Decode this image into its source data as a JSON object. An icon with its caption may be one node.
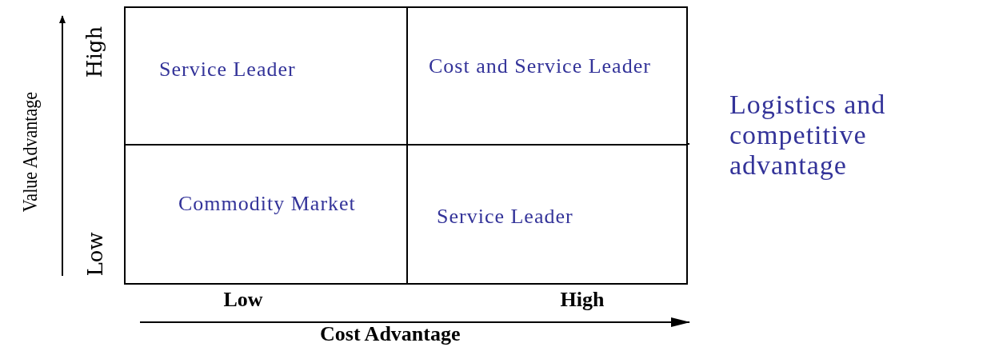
{
  "diagram": {
    "title": "Logistics and competitive advantage",
    "nodes": [
      {
        "text": [
          "Service Leader"
        ]
      },
      {
        "text": [
          "Cost and Service Leader"
        ]
      },
      {
        "text": [
          "Commodity Market"
        ]
      },
      {
        "text": [
          "Service Leader"
        ]
      }
    ],
    "edges": [],
    "labels": [
      "High",
      "Low",
      "Value Advantage",
      "Low",
      "High",
      "Cost Advantage"
    ]
  }
}
